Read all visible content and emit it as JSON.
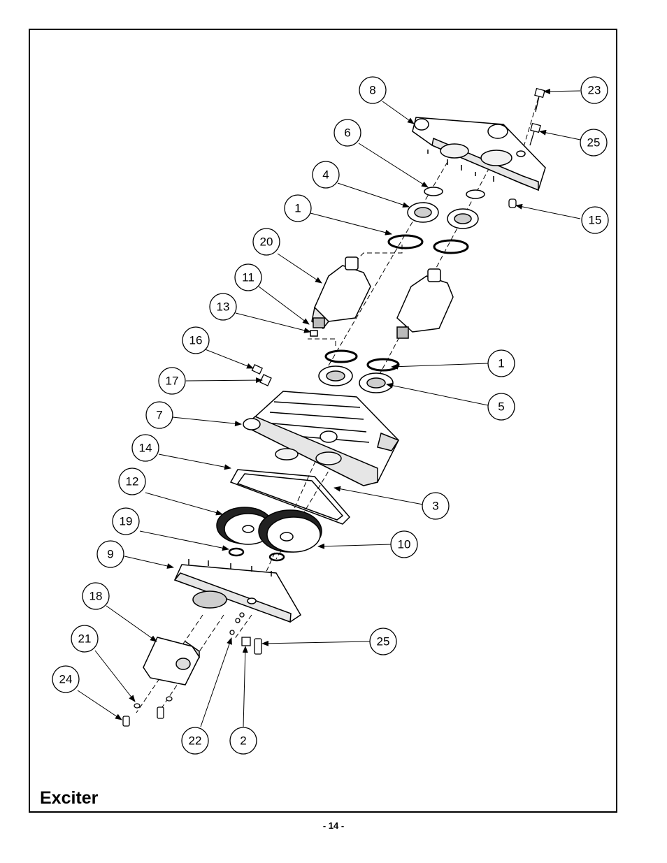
{
  "title": "Exciter",
  "page_number": "- 14 -",
  "callouts": {
    "c8": "8",
    "c23": "23",
    "c25a": "25",
    "c6": "6",
    "c4": "4",
    "c15": "15",
    "c1a": "1",
    "c20": "20",
    "c11": "11",
    "c13": "13",
    "c16": "16",
    "c1b": "1",
    "c17": "17",
    "c5": "5",
    "c7": "7",
    "c14": "14",
    "c3": "3",
    "c12": "12",
    "c19": "19",
    "c10": "10",
    "c9": "9",
    "c18": "18",
    "c21": "21",
    "c25b": "25",
    "c24": "24",
    "c22": "22",
    "c2": "2"
  }
}
